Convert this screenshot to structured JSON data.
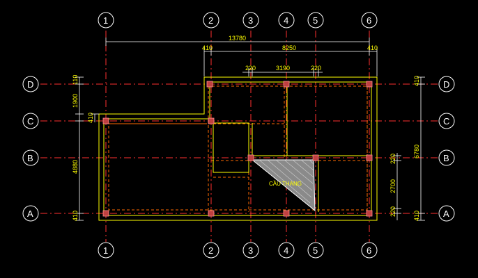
{
  "colors": {
    "background": "#000000",
    "axis_line": "#ff3030",
    "wall": "#ffff00",
    "beam": "#ff6a00",
    "column": "#ff8080",
    "dimension": "#ffffff",
    "dimension_text": "#ffff00",
    "bubble": "#ffffff",
    "stair_hatch": "#bfbfbf"
  },
  "grid_axes": {
    "vertical": [
      "1",
      "2",
      "3",
      "4",
      "5",
      "6"
    ],
    "horizontal": [
      "D",
      "C",
      "B",
      "A"
    ]
  },
  "dimensions": {
    "top_total": "13780",
    "top_row2": [
      "410",
      "8250",
      "410"
    ],
    "top_row3": [
      "220",
      "3190",
      "220"
    ],
    "left_upper": [
      "1900",
      "110"
    ],
    "left_small": "410",
    "left_main": "4880",
    "left_bottom": "410",
    "right_upper": "410",
    "right_total": "6780",
    "right_inner": [
      "220",
      "2700",
      "220"
    ],
    "right_bottom": "410"
  },
  "labels": {
    "stair": "CẦU THANG"
  }
}
